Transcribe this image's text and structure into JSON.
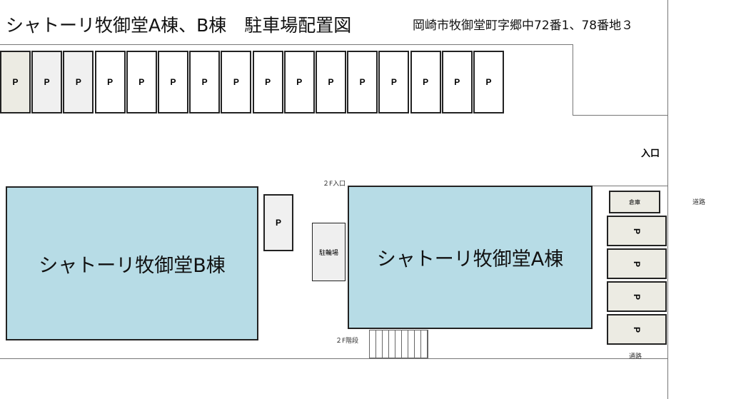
{
  "title": "シャトーリ牧御堂A棟、B棟　駐車場配置図",
  "address": "岡崎市牧御堂町字郷中72番1、78番地３",
  "parking_label": "P",
  "top_spots": [
    {
      "label": "P",
      "fill": "#ecebe3"
    },
    {
      "label": "P",
      "fill": "#f0f0f0"
    },
    {
      "label": "P",
      "fill": "#f0f0f0"
    },
    {
      "label": "P",
      "fill": "#ffffff"
    },
    {
      "label": "P",
      "fill": "#ffffff"
    },
    {
      "label": "P",
      "fill": "#ffffff"
    },
    {
      "label": "P",
      "fill": "#ffffff"
    },
    {
      "label": "P",
      "fill": "#ffffff"
    },
    {
      "label": "P",
      "fill": "#ffffff"
    },
    {
      "label": "P",
      "fill": "#ffffff"
    },
    {
      "label": "P",
      "fill": "#ffffff"
    },
    {
      "label": "P",
      "fill": "#ffffff"
    },
    {
      "label": "P",
      "fill": "#ffffff"
    },
    {
      "label": "P",
      "fill": "#ffffff"
    },
    {
      "label": "P",
      "fill": "#ffffff"
    },
    {
      "label": "P",
      "fill": "#ffffff"
    }
  ],
  "side_spots": [
    "P",
    "P",
    "P",
    "P"
  ],
  "middle_spot": "P",
  "entrance": "入口",
  "entrance_2f": "２F入口",
  "stairs_2f": "２F階段",
  "bicycle": "駐輪場",
  "storage": "倉庫",
  "road_right": "道路",
  "road_bottom": "通路",
  "building_a": "シャトーリ牧御堂A棟",
  "building_b": "シャトーリ牧御堂B棟",
  "colors": {
    "building": "#b7dce6",
    "side_spot": "#ecebe3"
  }
}
